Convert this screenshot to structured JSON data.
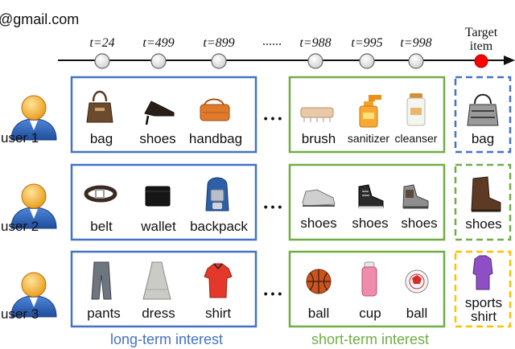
{
  "header_fragment": "@gmail.com",
  "timeline": {
    "steps": [
      "t=24",
      "t=499",
      "t=899",
      "......",
      "t=988",
      "t=995",
      "t=998"
    ],
    "target_label": [
      "Target",
      "item"
    ]
  },
  "rows": [
    {
      "user": "user 1",
      "long_items": [
        "bag",
        "shoes",
        "handbag"
      ],
      "short_items": [
        "brush",
        "sanitizer",
        "cleanser"
      ],
      "target": [
        "bag"
      ]
    },
    {
      "user": "user 2",
      "long_items": [
        "belt",
        "wallet",
        "backpack"
      ],
      "short_items": [
        "shoes",
        "shoes",
        "shoes"
      ],
      "target": [
        "shoes"
      ]
    },
    {
      "user": "user 3",
      "long_items": [
        "pants",
        "dress",
        "shirt"
      ],
      "short_items": [
        "ball",
        "cup",
        "ball"
      ],
      "target": [
        "sports",
        "shirt"
      ]
    }
  ],
  "ellipsis": "• • •",
  "legend": {
    "long_term": "long-term interest",
    "short_term": "short-term interest"
  },
  "colors": {
    "long": "#4472c4",
    "short": "#70ad47",
    "target_row1": "#4472c4",
    "target_row2": "#70ad47",
    "target_row3": "#ffc000",
    "target_dot": "#ff0000"
  }
}
